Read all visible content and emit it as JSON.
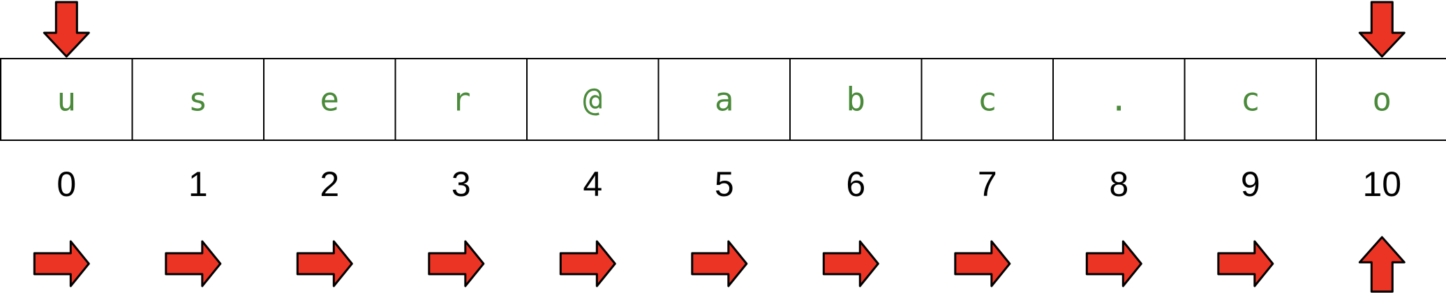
{
  "colors": {
    "char_color": "#4a8a3a",
    "index_color": "#000000",
    "arrow_fill": "#ec3424",
    "arrow_stroke": "#000000"
  },
  "string_array": {
    "chars": [
      "u",
      "s",
      "e",
      "r",
      "@",
      "a",
      "b",
      "c",
      ".",
      "c",
      "o"
    ],
    "indices": [
      "0",
      "1",
      "2",
      "3",
      "4",
      "5",
      "6",
      "7",
      "8",
      "9",
      "10"
    ]
  },
  "pointers": {
    "top_arrow_cells": [
      0,
      10
    ],
    "top_arrow_direction": "down",
    "bottom_arrow_directions": [
      "right",
      "right",
      "right",
      "right",
      "right",
      "right",
      "right",
      "right",
      "right",
      "right",
      "up"
    ]
  }
}
